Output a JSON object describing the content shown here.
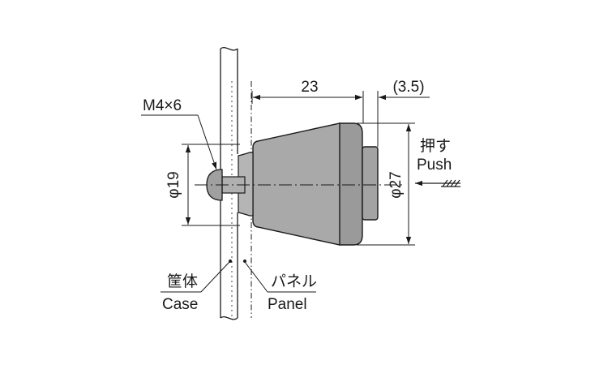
{
  "drawing": {
    "dimensions": {
      "length": "23",
      "stroke": "(3.5)",
      "thread": "M4×6",
      "small_diameter": "φ19",
      "large_diameter": "φ27"
    },
    "labels": {
      "push_jp": "押す",
      "push_en": "Push",
      "case_jp": "筐体",
      "case_en": "Case",
      "panel_jp": "パネル",
      "panel_en": "Panel"
    },
    "colors": {
      "body_fill": "#a9a9a9",
      "cap_fill": "#9a9a9a",
      "line": "#1a1a1a",
      "background": "#ffffff"
    }
  }
}
